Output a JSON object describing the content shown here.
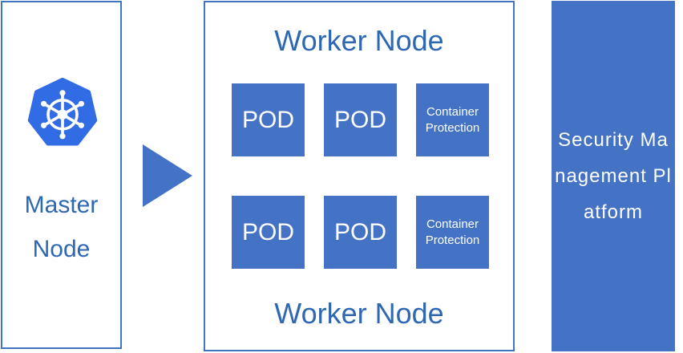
{
  "master": {
    "line1": "Master",
    "line2": "Node",
    "logo_icon": "kubernetes-helm-icon"
  },
  "arrow_icon": "play-arrow-icon",
  "worker": {
    "title_top": "Worker Node",
    "title_bottom": "Worker Node",
    "row1": [
      "POD",
      "POD",
      "Container Protection"
    ],
    "row2": [
      "POD",
      "POD",
      "Container Protection"
    ]
  },
  "platform": {
    "label": "Security Management Platform"
  },
  "colors": {
    "accent": "#4472c4",
    "border": "#3f75c0",
    "text": "#2e67b2"
  }
}
